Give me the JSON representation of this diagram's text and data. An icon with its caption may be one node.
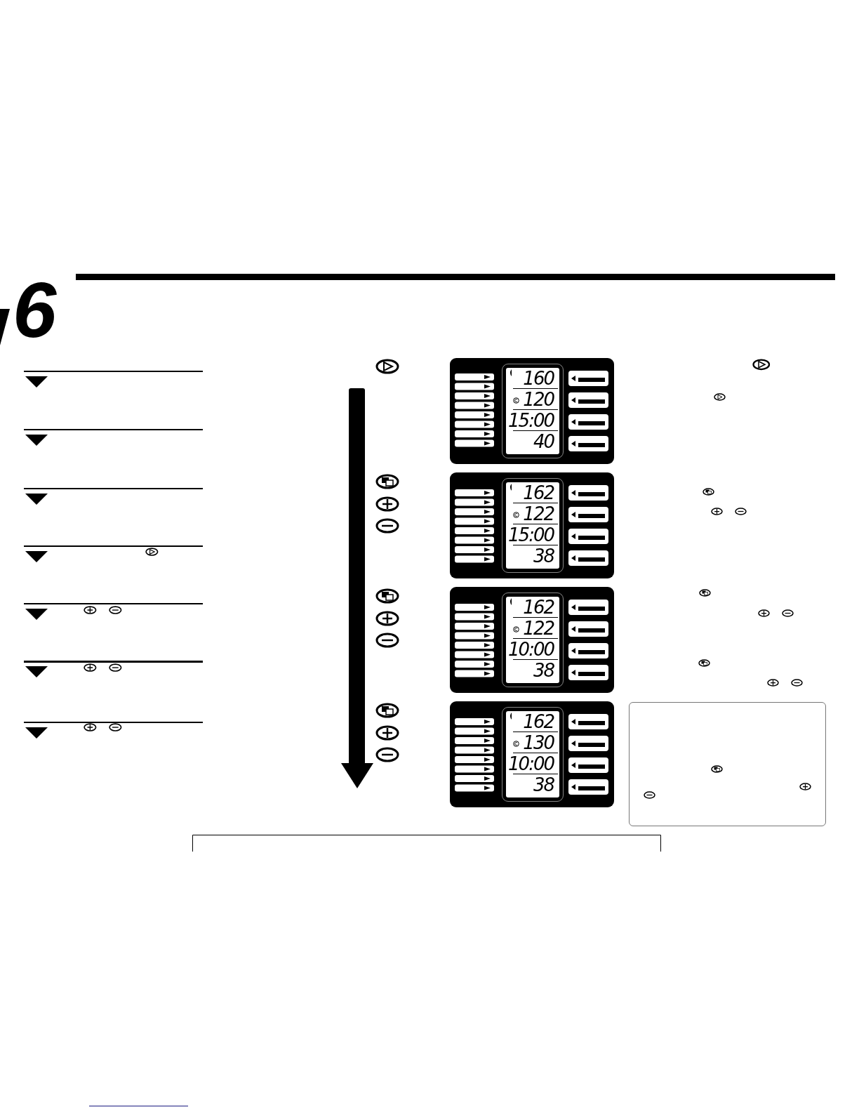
{
  "diagram": {
    "labels": [
      "6",
      "160",
      "120",
      "15:00",
      "40",
      "162",
      "122",
      "15:00",
      "38",
      "162",
      "122",
      "10:00",
      "38",
      "162",
      "130",
      "10:00",
      "38"
    ]
  }
}
